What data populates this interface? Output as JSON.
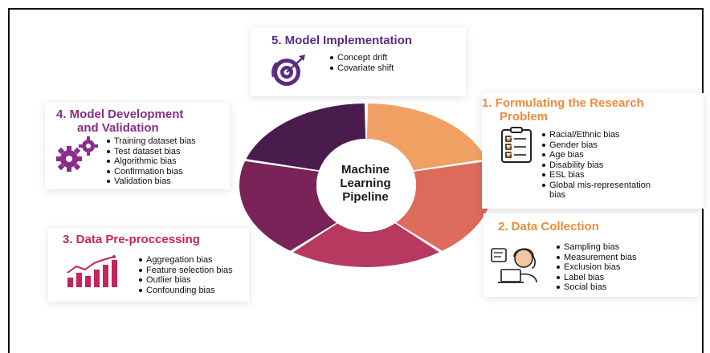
{
  "center_label": "Machine Learning Pipeline",
  "stages": {
    "model_implementation": {
      "title": "5. Model Implementation",
      "items": [
        "Concept drift",
        "Covariate shift"
      ],
      "color": "#5a2a82",
      "icon": "target-icon"
    },
    "formulating_problem": {
      "title_line1": "1. Formulating the Research",
      "title_line2": "Problem",
      "items": [
        "Racial/Ethnic bias",
        "Gender bias",
        "Age bias",
        "Disability bias",
        "ESL bias",
        "Global mis-representation",
        "bias"
      ],
      "color": "#ef8b3a",
      "icon": "checklist-icon"
    },
    "data_collection": {
      "title": "2. Data Collection",
      "items": [
        "Sampling bias",
        "Measurement bias",
        "Exclusion bias",
        "Label bias",
        "Social bias"
      ],
      "color": "#ef8b3a",
      "icon": "person-laptop-icon"
    },
    "data_preprocessing": {
      "title": "3. Data Pre-proccessing",
      "items": [
        "Aggregation bias",
        "Feature selection bias",
        "Outlier bias",
        "Confounding bias"
      ],
      "color": "#c8235a",
      "icon": "bar-chart-icon"
    },
    "model_development": {
      "title_line1": "4. Model Development",
      "title_line2": "and Validation",
      "items": [
        "Training dataset bias",
        "Test dataset bias",
        "Algorithmic bias",
        "Confirmation bias",
        "Validation bias"
      ],
      "color": "#8a2d8a",
      "icon": "gears-icon"
    }
  },
  "donut_segments": [
    {
      "stage": "Formulating the Research Problem",
      "color": "#f0a063"
    },
    {
      "stage": "Data Collection",
      "color": "#dc6b5c"
    },
    {
      "stage": "Data Pre-proccessing",
      "color": "#b8395f"
    },
    {
      "stage": "Model Development and Validation",
      "color": "#7a2358"
    },
    {
      "stage": "Model Implementation",
      "color": "#4a1c4e"
    }
  ]
}
